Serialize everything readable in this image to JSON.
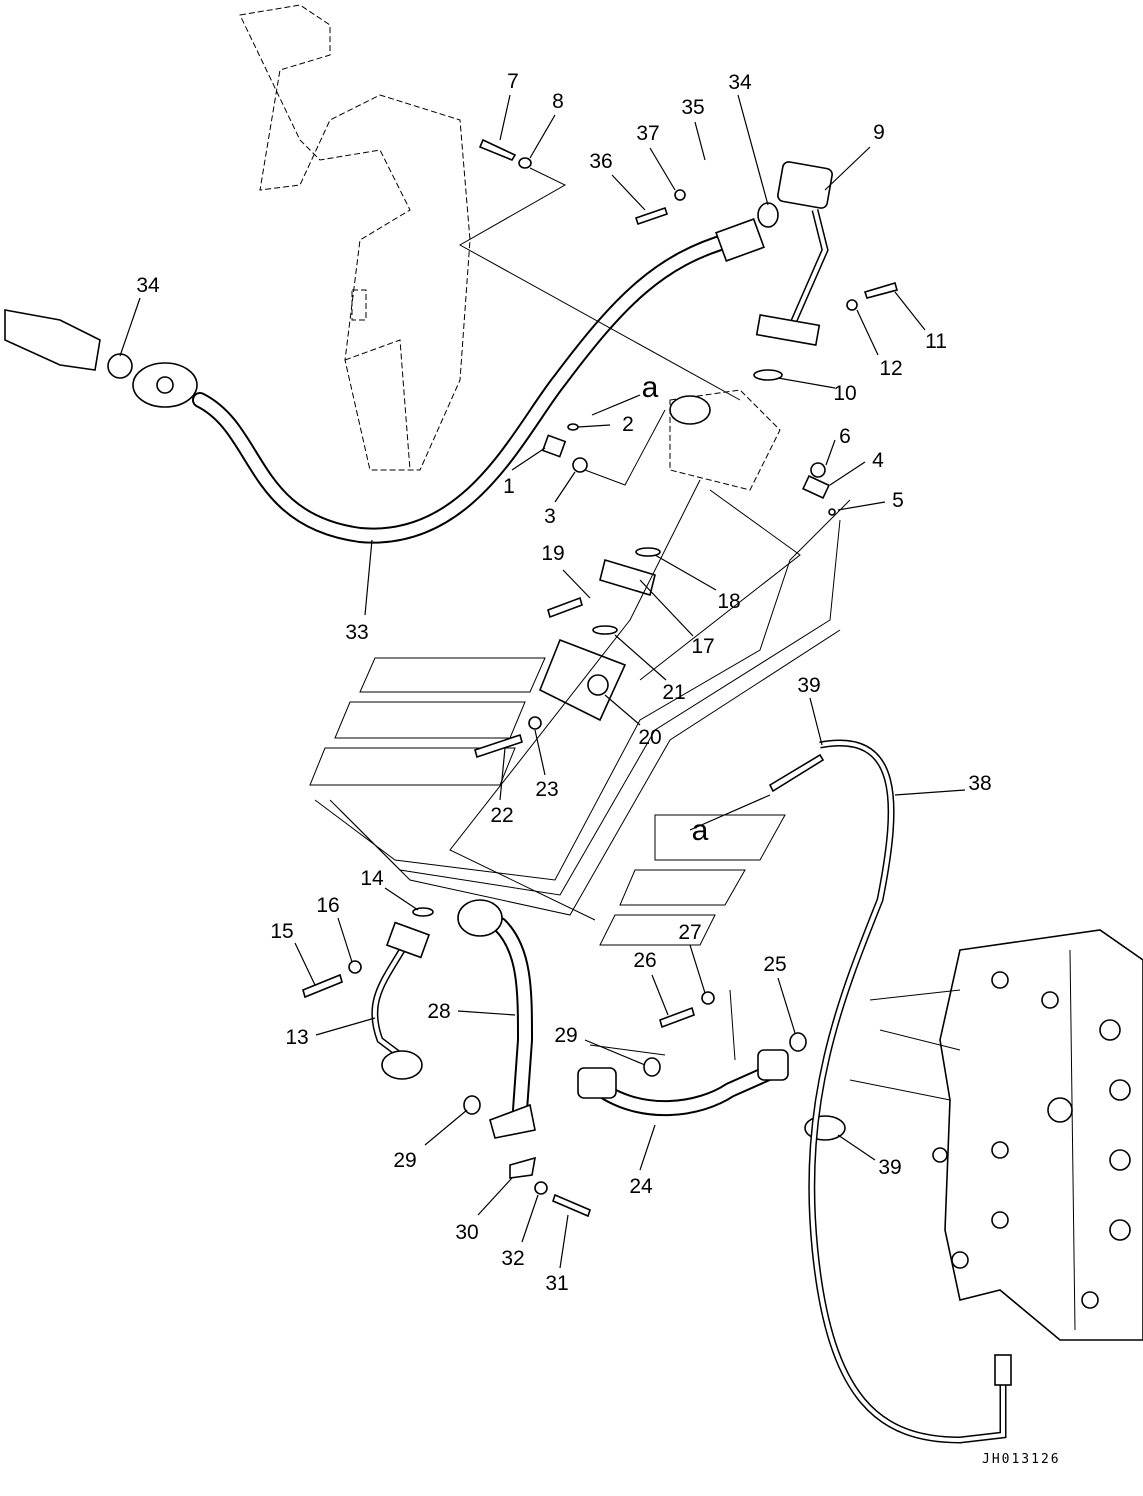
{
  "callouts": [
    "7",
    "8",
    "34",
    "35",
    "37",
    "36",
    "9",
    "34",
    "11",
    "12",
    "10",
    "2",
    "1",
    "3",
    "6",
    "4",
    "5",
    "19",
    "18",
    "33",
    "17",
    "21",
    "39",
    "20",
    "38",
    "23",
    "22",
    "14",
    "16",
    "15",
    "27",
    "26",
    "25",
    "28",
    "13",
    "29",
    "39",
    "29",
    "24",
    "30",
    "32",
    "31"
  ],
  "view_markers": [
    "a",
    "a"
  ],
  "drawing_code": "JH013126"
}
